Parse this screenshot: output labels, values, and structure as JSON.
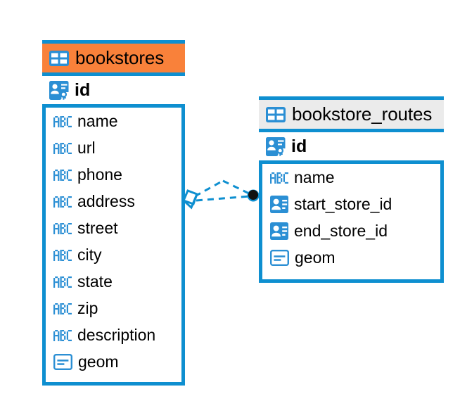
{
  "diagram": {
    "type": "entity-relationship-diagram",
    "background": "#ffffff",
    "accent_blue": "#0e8fd0",
    "accent_orange": "#f9813a",
    "header_gray": "#ebebeb",
    "icon_blue": "#2b8fd4"
  },
  "entities": [
    {
      "name": "bookstores",
      "header_color": "#f9813a",
      "primary_key": {
        "icon": "primary-key-icon",
        "label": "id"
      },
      "fields": [
        {
          "icon": "abc-text-icon",
          "label": "name"
        },
        {
          "icon": "abc-text-icon",
          "label": "url"
        },
        {
          "icon": "abc-text-icon",
          "label": "phone"
        },
        {
          "icon": "abc-text-icon",
          "label": "address"
        },
        {
          "icon": "abc-text-icon",
          "label": "street"
        },
        {
          "icon": "abc-text-icon",
          "label": "city"
        },
        {
          "icon": "abc-text-icon",
          "label": "state"
        },
        {
          "icon": "abc-text-icon",
          "label": "zip"
        },
        {
          "icon": "abc-text-icon",
          "label": "description"
        },
        {
          "icon": "geometry-icon",
          "label": "geom"
        }
      ]
    },
    {
      "name": "bookstore_routes",
      "header_color": "#ebebeb",
      "primary_key": {
        "icon": "primary-key-icon",
        "label": "id"
      },
      "fields": [
        {
          "icon": "abc-text-icon",
          "label": "name"
        },
        {
          "icon": "foreign-key-icon",
          "label": "start_store_id"
        },
        {
          "icon": "foreign-key-icon",
          "label": "end_store_id"
        },
        {
          "icon": "geometry-icon",
          "label": "geom"
        }
      ]
    }
  ],
  "relationship": {
    "from_entity": "bookstores",
    "to_entity": "bookstore_routes",
    "line_style": "dashed",
    "from_marker": "diamond-outline",
    "to_marker": "filled-circle",
    "branches": 2
  }
}
